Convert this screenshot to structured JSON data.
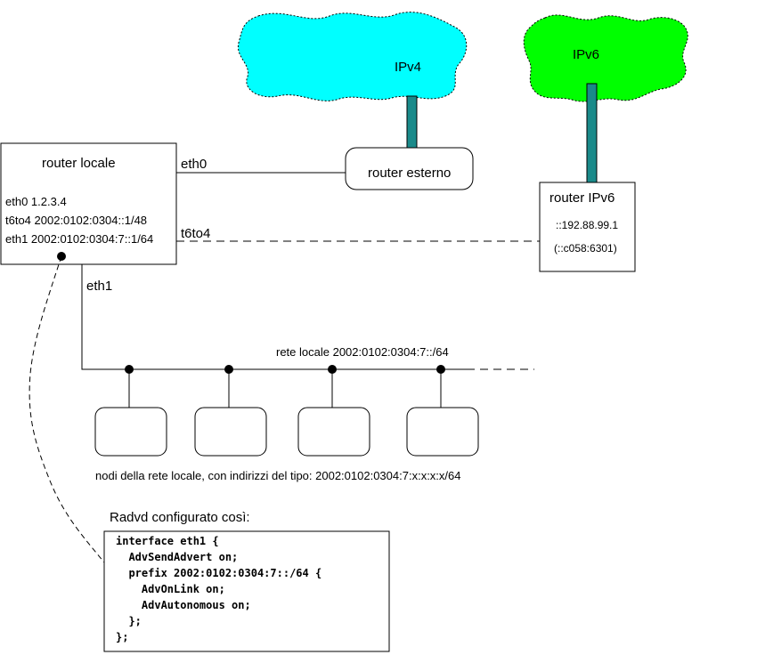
{
  "clouds": {
    "ipv4": {
      "label": "IPv4",
      "color": "#00ffff"
    },
    "ipv6": {
      "label": "IPv6",
      "color": "#00ff00"
    }
  },
  "connector_color": "#1a8a8a",
  "router_locale": {
    "title": "router locale",
    "lines": [
      "eth0 1.2.3.4",
      "t6to4 2002:0102:0304::1/48",
      "eth1 2002:0102:0304:7::1/64"
    ]
  },
  "router_esterno": {
    "title": "router esterno"
  },
  "router_ipv6": {
    "title": "router IPv6",
    "addr": "::192.88.99.1",
    "addr_alt": "(::c058:6301)"
  },
  "links": {
    "eth0": "eth0",
    "t6to4": "t6to4",
    "eth1": "eth1"
  },
  "lan": {
    "label": "rete locale 2002:0102:0304:7::/64",
    "nodes_caption": "nodi della rete locale, con indirizzi del tipo: 2002:0102:0304:7:x:x:x:x/64"
  },
  "radvd": {
    "title": "Radvd configurato così:",
    "config": [
      "interface eth1 {",
      "  AdvSendAdvert on;",
      "  prefix 2002:0102:0304:7::/64 {",
      "    AdvOnLink on;",
      "    AdvAutonomous on;",
      "  };",
      "};"
    ]
  }
}
